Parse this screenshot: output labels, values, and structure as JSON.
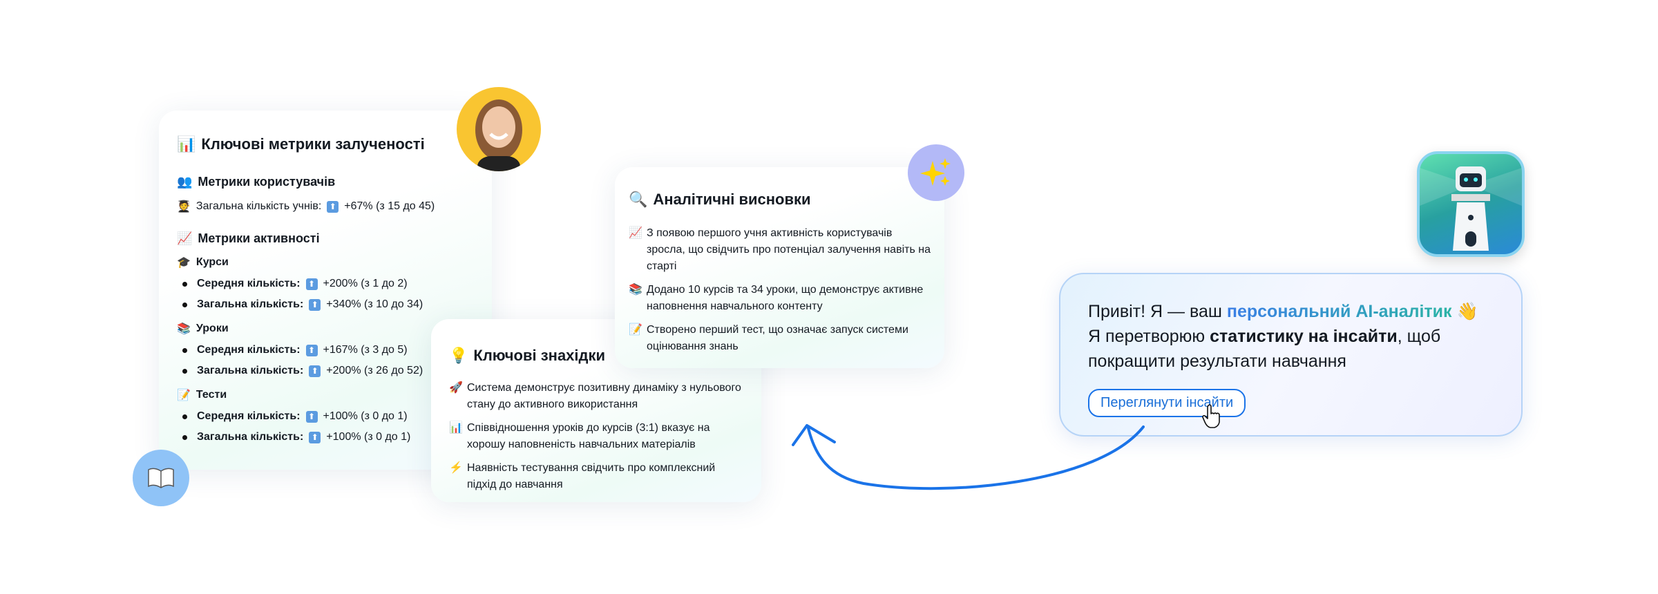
{
  "metrics_card": {
    "title": "Ключові метрики залученості",
    "users_heading": "Метрики користувачів",
    "students_label": "Загальна кількість учнів:",
    "students_value": "+67% (з 15 до 45)",
    "activity_heading": "Метрики активності",
    "groups": [
      {
        "title": "Курси",
        "icon": "graduation-cap-icon",
        "rows": [
          {
            "label": "Середня кількість:",
            "value": "+200% (з 1 до 2)"
          },
          {
            "label": "Загальна кількість:",
            "value": "+340% (з 10 до 34)"
          }
        ]
      },
      {
        "title": "Уроки",
        "icon": "books-icon",
        "rows": [
          {
            "label": "Середня кількість:",
            "value": "+167% (з 3 до 5)"
          },
          {
            "label": "Загальна кількість:",
            "value": "+200% (з 26 до 52)"
          }
        ]
      },
      {
        "title": "Тести",
        "icon": "memo-icon",
        "rows": [
          {
            "label": "Середня кількість:",
            "value": "+100% (з 0 до 1)"
          },
          {
            "label": "Загальна кількість:",
            "value": "+100% (з 0 до 1)"
          }
        ]
      }
    ]
  },
  "findings_card": {
    "title": "Ключові знахідки",
    "items": [
      "Система демонструє позитивну динаміку з нульового стану до активного використання",
      "Співвідношення уроків до курсів (3:1) вказує на хорошу наповненість навчальних матеріалів",
      "Наявність тестування свідчить про комплексний підхід до навчання"
    ]
  },
  "analytics_card": {
    "title": "Аналітичні висновки",
    "items": [
      "З появою першого учня активність користувачів зросла, що свідчить про потенціал залучення навіть на старті",
      "Додано 10 курсів та 34 уроки, що демонструє активне наповнення навчального контенту",
      "Створено перший тест, що означає запуск системи оцінювання знань"
    ]
  },
  "ai_card": {
    "greeting": "Привіт! Я — ваш ",
    "highlight": "персональний AI-аналітик",
    "line2_pre": "Я перетворюю ",
    "line2_bold": "статистику на інсайти",
    "line2_post": ", щоб покращити результати навчання",
    "button": "Переглянути інсайти"
  },
  "colors": {
    "accent": "#1a73e8",
    "avatar_bg": "#f9c531",
    "sparkle_bg": "#b3b9f7",
    "book_bg": "#8fc3f7"
  }
}
